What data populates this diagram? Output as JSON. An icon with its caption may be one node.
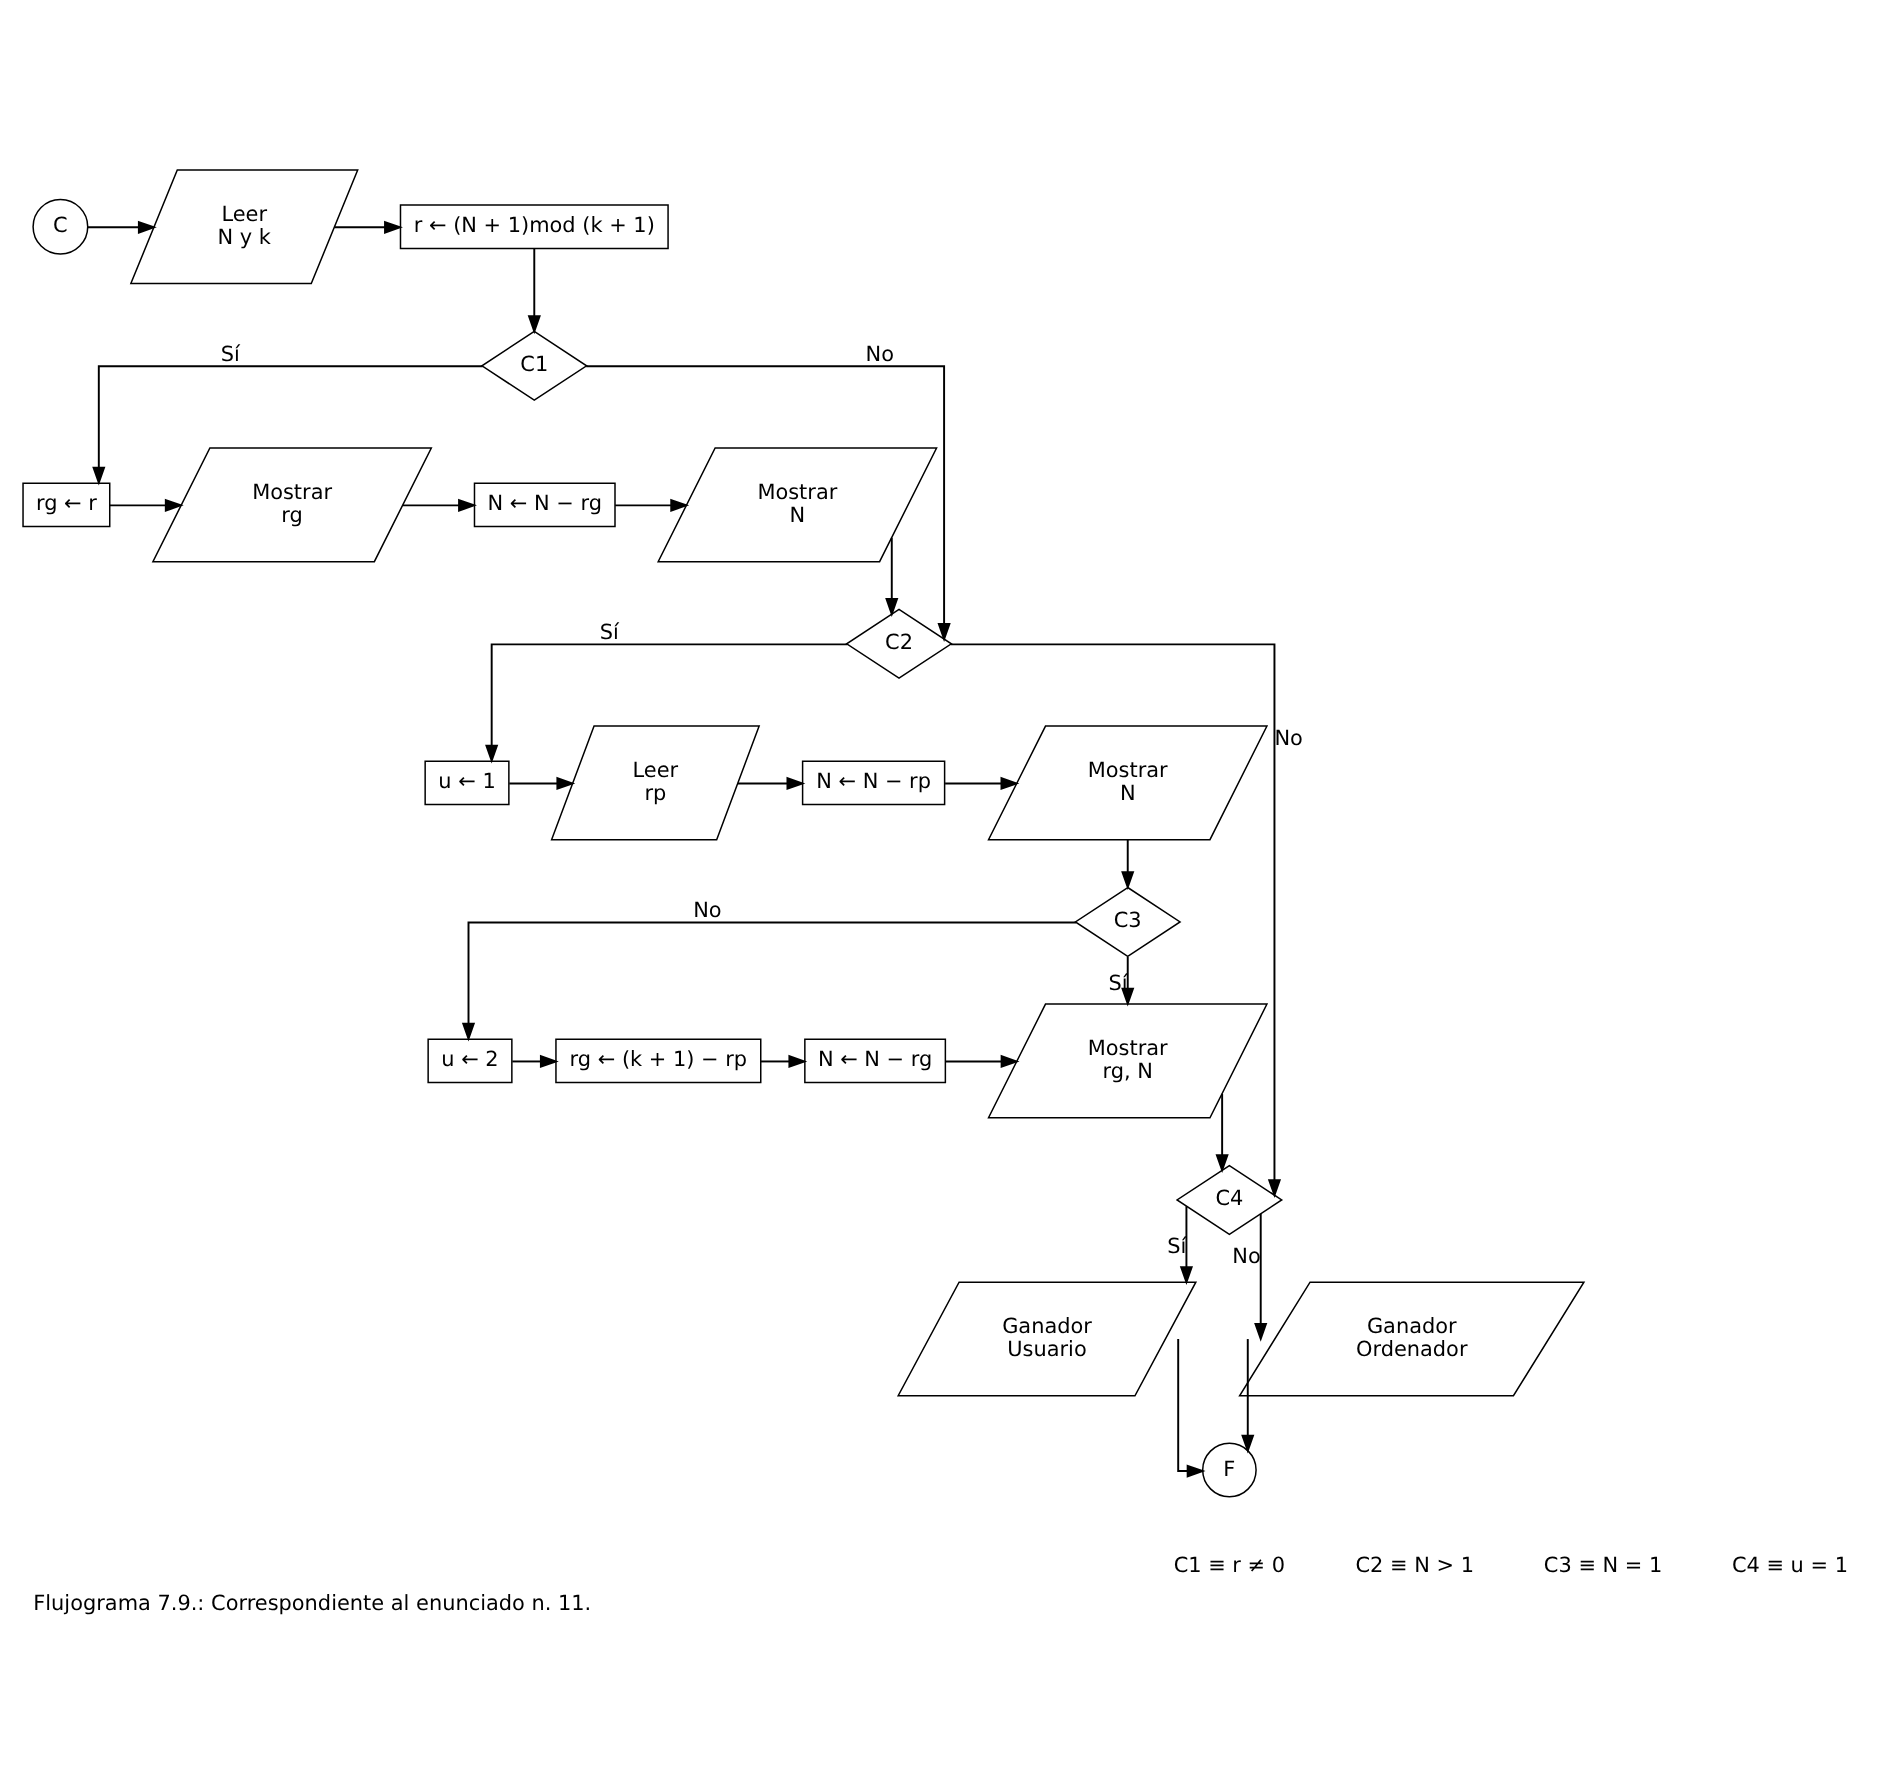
{
  "diagram": {
    "caption": "Flujograma 7.9.: Correspondiente al enunciado n. 11.",
    "nodes": [
      {
        "text": [
          "C"
        ]
      },
      {
        "text": [
          "Leer",
          "N y k"
        ]
      },
      {
        "text": [
          "r ← (N + 1)mod (k + 1)"
        ]
      },
      {
        "text": [
          "C1"
        ]
      },
      {
        "text": [
          "rg ← r"
        ]
      },
      {
        "text": [
          "Mostrar",
          "rg"
        ]
      },
      {
        "text": [
          "N ← N − rg"
        ]
      },
      {
        "text": [
          "Mostrar",
          "N"
        ]
      },
      {
        "text": [
          "C2"
        ]
      },
      {
        "text": [
          "u ← 1"
        ]
      },
      {
        "text": [
          "Leer",
          "rp"
        ]
      },
      {
        "text": [
          "N ← N − rp"
        ]
      },
      {
        "text": [
          "Mostrar",
          "N"
        ]
      },
      {
        "text": [
          "C3"
        ]
      },
      {
        "text": [
          "u ← 2"
        ]
      },
      {
        "text": [
          "rg ← (k + 1) − rp"
        ]
      },
      {
        "text": [
          "N ← N − rg"
        ]
      },
      {
        "text": [
          "Mostrar",
          "rg, N"
        ]
      },
      {
        "text": [
          "C4"
        ]
      },
      {
        "text": [
          "Ganador",
          "Usuario"
        ]
      },
      {
        "text": [
          "Ganador",
          "Ordenador"
        ]
      },
      {
        "text": [
          "F"
        ]
      }
    ],
    "edges": [
      {
        "from": 0,
        "to": 1,
        "arrow": "to"
      },
      {
        "from": 1,
        "to": 2,
        "arrow": "to"
      },
      {
        "from": 2,
        "to": 3,
        "arrow": "to"
      },
      {
        "from": 3,
        "to": 4,
        "arrow": "to",
        "label": "Sí"
      },
      {
        "from": 4,
        "to": 5,
        "arrow": "to"
      },
      {
        "from": 5,
        "to": 6,
        "arrow": "to"
      },
      {
        "from": 6,
        "to": 7,
        "arrow": "to"
      },
      {
        "from": 7,
        "to": 8,
        "arrow": "to"
      },
      {
        "from": 3,
        "to": 8,
        "arrow": "to",
        "label": "No"
      },
      {
        "from": 8,
        "to": 9,
        "arrow": "to",
        "label": "Sí"
      },
      {
        "from": 9,
        "to": 10,
        "arrow": "to"
      },
      {
        "from": 10,
        "to": 11,
        "arrow": "to"
      },
      {
        "from": 11,
        "to": 12,
        "arrow": "to"
      },
      {
        "from": 12,
        "to": 13,
        "arrow": "to"
      },
      {
        "from": 13,
        "to": 14,
        "arrow": "to",
        "label": "No"
      },
      {
        "from": 13,
        "to": 17,
        "arrow": "to",
        "label": "Sí"
      },
      {
        "from": 14,
        "to": 15,
        "arrow": "to"
      },
      {
        "from": 15,
        "to": 16,
        "arrow": "to"
      },
      {
        "from": 16,
        "to": 17,
        "arrow": "to"
      },
      {
        "from": 17,
        "to": 18,
        "arrow": "to"
      },
      {
        "from": 8,
        "to": 18,
        "arrow": "to",
        "label": "No"
      },
      {
        "from": 18,
        "to": 19,
        "arrow": "to",
        "label": "Sí"
      },
      {
        "from": 18,
        "to": 20,
        "arrow": "to",
        "label": "No"
      },
      {
        "from": 19,
        "to": 21,
        "arrow": "to"
      },
      {
        "from": 20,
        "to": 21,
        "arrow": "to"
      }
    ],
    "labels": [
      "C1 ≡ r ≠ 0",
      "C2 ≡ N > 1",
      "C3 ≡ N = 1",
      "C4 ≡ u = 1"
    ]
  }
}
